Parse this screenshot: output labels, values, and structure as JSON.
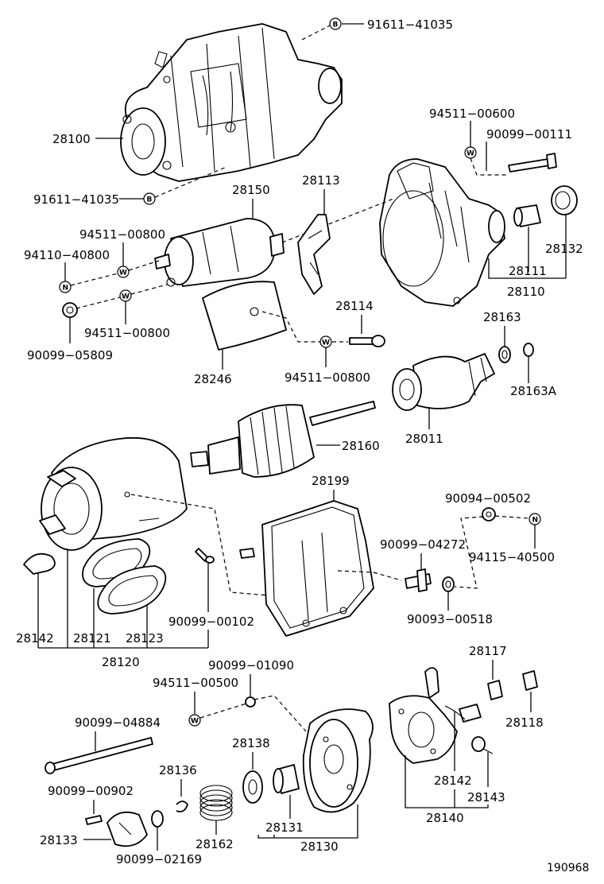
{
  "footer_code": "190968",
  "labels": {
    "p91611_41035_top": "91611−41035",
    "p28100": "28100",
    "p94511_00600": "94511−00600",
    "p90099_00111": "90099−00111",
    "p91611_41035_left": "91611−41035",
    "p28150": "28150",
    "p28113": "28113",
    "p94511_00800_a": "94511−00800",
    "p94110_40800": "94110−40800",
    "p28132": "28132",
    "p28111": "28111",
    "p28110": "28110",
    "p94511_00800_b": "94511−00800",
    "p90099_05809": "90099−05809",
    "p28114": "28114",
    "p28163": "28163",
    "p28246": "28246",
    "p94511_00800_c": "94511−00800",
    "p28163A": "28163A",
    "p28011": "28011",
    "p28160": "28160",
    "p28199": "28199",
    "p90094_00502": "90094−00502",
    "p94115_40500": "94115−40500",
    "p90099_04272": "90099−04272",
    "p90093_00518": "90093−00518",
    "p90099_00102": "90099−00102",
    "p28142_left": "28142",
    "p28121": "28121",
    "p28123": "28123",
    "p28120": "28120",
    "p28117": "28117",
    "p90099_01090": "90099−01090",
    "p94511_00500": "94511−00500",
    "p90099_04884": "90099−04884",
    "p28118": "28118",
    "p28138": "28138",
    "p28136": "28136",
    "p90099_00902": "90099−00902",
    "p28142_right": "28142",
    "p28143": "28143",
    "p28133": "28133",
    "p28131": "28131",
    "p28162": "28162",
    "p28140": "28140",
    "p90099_02169": "90099−02169",
    "p28130": "28130"
  },
  "badges": {
    "b": "B",
    "w": "W",
    "n": "N"
  }
}
